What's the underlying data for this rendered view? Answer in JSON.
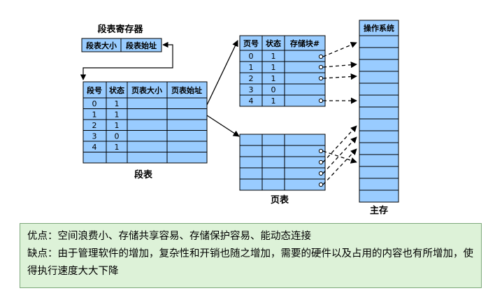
{
  "segment_register": {
    "title": "段表寄存器",
    "cells": [
      "段表大小",
      "段表始址"
    ]
  },
  "segment_table": {
    "caption": "段表",
    "headers": [
      "段号",
      "状态",
      "页表大小",
      "页表始址"
    ],
    "rows": [
      [
        "0",
        "1",
        "",
        ""
      ],
      [
        "1",
        "1",
        "",
        ""
      ],
      [
        "2",
        "1",
        "",
        ""
      ],
      [
        "3",
        "0",
        "",
        ""
      ],
      [
        "4",
        "1",
        "",
        ""
      ],
      [
        "",
        "",
        "",
        ""
      ]
    ]
  },
  "page_table_1": {
    "headers": [
      "页号",
      "状态",
      "存储块#"
    ],
    "rows": [
      [
        "0",
        "1",
        ""
      ],
      [
        "1",
        "1",
        ""
      ],
      [
        "2",
        "1",
        ""
      ],
      [
        "3",
        "0",
        ""
      ],
      [
        "4",
        "1",
        ""
      ]
    ]
  },
  "page_table_2": {
    "caption": "页表",
    "rows": [
      [
        "",
        "",
        ""
      ],
      [
        "",
        "",
        ""
      ],
      [
        "",
        "",
        ""
      ],
      [
        "",
        "",
        ""
      ],
      [
        "",
        "",
        ""
      ]
    ]
  },
  "main_memory": {
    "header": "操作系统",
    "caption": "主存"
  },
  "notes": {
    "pros_label": "优点：",
    "pros_text": "空间浪费小、存储共享容易、存储保护容易、能动态连接",
    "cons_label": "缺点：",
    "cons_text": "由于管理软件的增加，复杂性和开销也随之增加，需要的硬件以及占用的内容也有所增加，使得执行速度大大下降"
  },
  "colors": {
    "cell_fill": "#99ccff",
    "line": "#000000",
    "panel_fill": "#ddf2d8",
    "panel_border": "#7da87a",
    "highlight_stroke": "#2a2a7a"
  }
}
